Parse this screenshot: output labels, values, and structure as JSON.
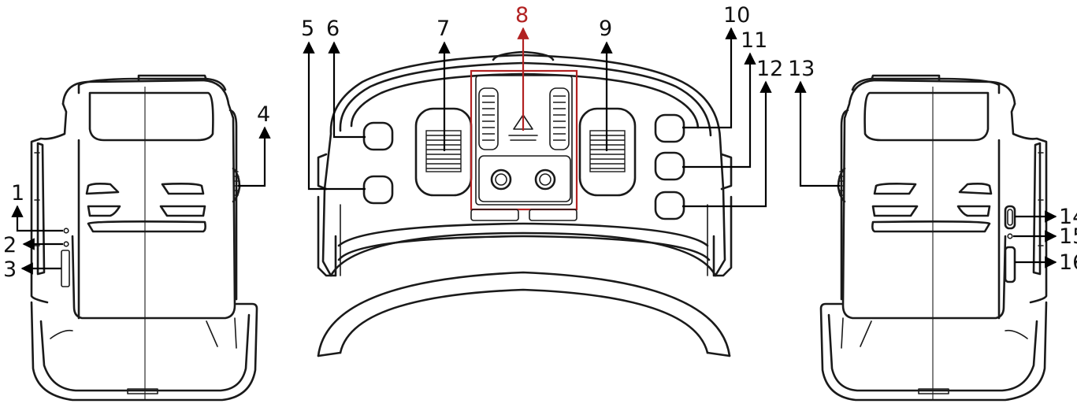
{
  "callouts": {
    "c1": "1",
    "c2": "2",
    "c3": "3",
    "c4": "4",
    "c5": "5",
    "c6": "6",
    "c7": "7",
    "c8": "8",
    "c9": "9",
    "c10": "10",
    "c11": "11",
    "c12": "12",
    "c13": "13",
    "c14": "14",
    "c15": "15",
    "c16": "16"
  },
  "colors": {
    "line": "#1a1a1a",
    "highlight": "#b22222",
    "background": "#ffffff"
  }
}
